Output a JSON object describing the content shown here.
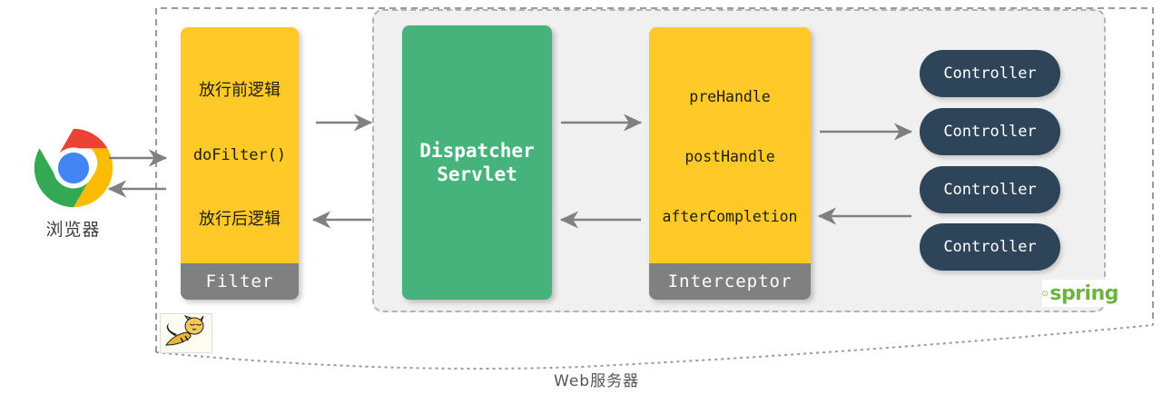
{
  "diagram": {
    "title": "Web服务器",
    "boundary_label": "Web服务器",
    "colors": {
      "yellow": "#FFC928",
      "green": "#45B37B",
      "navy": "#2E4459",
      "gray_footer": "#808080",
      "panel_bg": "#f0f0f0",
      "spring_green": "#6DB33F",
      "arrow": "#808080"
    }
  },
  "browser": {
    "label": "浏览器",
    "icon": "chrome-icon"
  },
  "filter": {
    "lines": [
      "放行前逻辑",
      "doFilter()",
      "放行后逻辑"
    ],
    "footer": "Filter"
  },
  "dispatcher": {
    "label": "Dispatcher\nServlet",
    "line1": "Dispatcher",
    "line2": "Servlet"
  },
  "interceptor": {
    "lines": [
      "preHandle",
      "postHandle",
      "afterCompletion"
    ],
    "footer": "Interceptor"
  },
  "controllers": [
    {
      "label": "Controller"
    },
    {
      "label": "Controller"
    },
    {
      "label": "Controller"
    },
    {
      "label": "Controller"
    }
  ],
  "spring": {
    "wordmark": "spring",
    "icon": "spring-leaf-icon"
  },
  "tomcat": {
    "icon": "tomcat-cat-icon"
  }
}
